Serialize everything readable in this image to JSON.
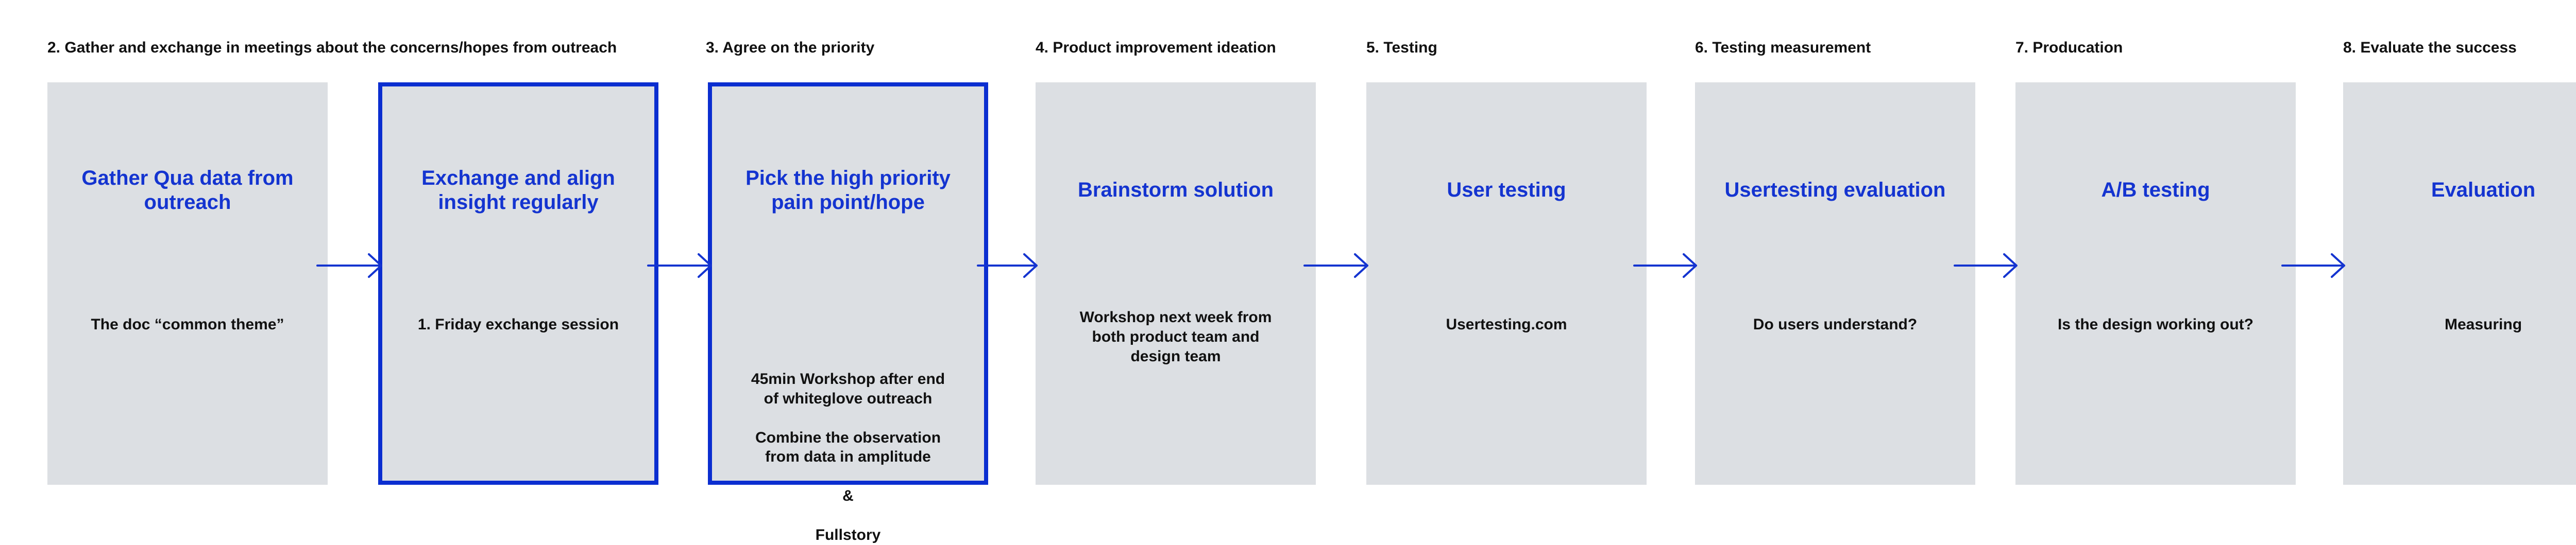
{
  "stages": [
    {
      "heading": "2. Gather and exchange in meetings about the concerns/hopes from outreach",
      "title": "Gather Qua data from\noutreach",
      "body": [
        "The doc “common theme”"
      ],
      "selected": false
    },
    {
      "heading": "",
      "title": "Exchange and align\ninsight regularly",
      "body": [
        "1. Friday exchange session"
      ],
      "selected": true
    },
    {
      "heading": "3. Agree on the priority",
      "title": "Pick the high priority\npain point/hope",
      "body": [
        "45min Workshop after end\nof whiteglove outreach",
        "Combine the observation\nfrom data in amplitude",
        "&",
        "Fullstory"
      ],
      "selected": true
    },
    {
      "heading": "4. Product improvement ideation",
      "title": "Brainstorm solution",
      "body": [
        "Workshop next week from\nboth product team and\ndesign team"
      ],
      "selected": false
    },
    {
      "heading": "5. Testing",
      "title": "User testing",
      "body": [
        "Usertesting.com"
      ],
      "selected": false
    },
    {
      "heading": "6. Testing measurement",
      "title": "Usertesting evaluation",
      "body": [
        "Do users understand?"
      ],
      "selected": false
    },
    {
      "heading": "7. Producation",
      "title": "A/B testing",
      "body": [
        "Is the design working out?"
      ],
      "selected": false
    },
    {
      "heading": "8. Evaluate the success",
      "title": "Evaluation",
      "body": [
        "Measuring"
      ],
      "selected": false
    }
  ],
  "colors": {
    "card_background": "#dcdfe3",
    "title_text": "#1434d0",
    "border_selected": "#0b2ed0",
    "connector": "#1434d0",
    "body_text": "#111111"
  }
}
